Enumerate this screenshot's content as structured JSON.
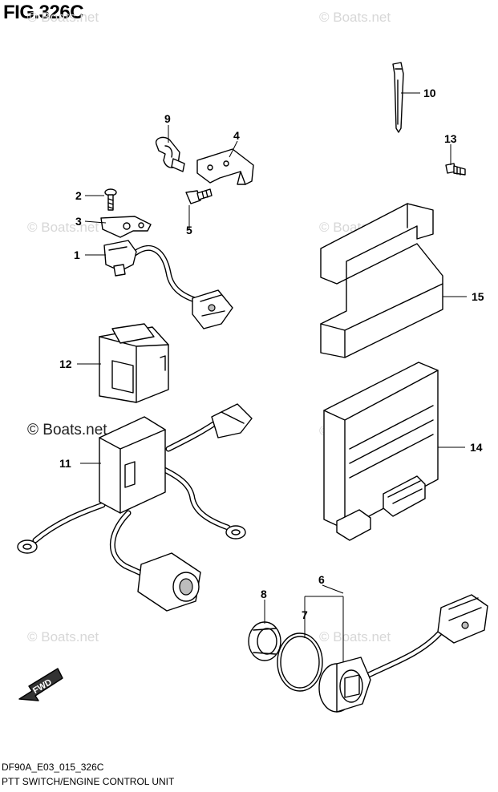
{
  "figure": {
    "title": "FIG.326C",
    "code": "DF90A_E03_015_326C",
    "name": "PTT SWITCH/ENGINE CONTROL UNIT",
    "copyright": "© Boats.net",
    "watermark": "© Boats.net",
    "direction_label": "FWD"
  },
  "callouts": [
    "1",
    "2",
    "3",
    "4",
    "5",
    "6",
    "7",
    "8",
    "9",
    "10",
    "11",
    "12",
    "13",
    "14",
    "15"
  ],
  "parts": [
    {
      "ref": "1",
      "depicts": "ptt switch with harness",
      "icon": "switch-icon"
    },
    {
      "ref": "2",
      "depicts": "screw",
      "icon": "screw-icon"
    },
    {
      "ref": "3",
      "depicts": "plate",
      "icon": "plate-icon"
    },
    {
      "ref": "4",
      "depicts": "bracket",
      "icon": "bracket-icon"
    },
    {
      "ref": "5",
      "depicts": "bolt",
      "icon": "bolt-icon"
    },
    {
      "ref": "6",
      "depicts": "switch with harness",
      "icon": "switch-icon"
    },
    {
      "ref": "7",
      "depicts": "o-ring",
      "icon": "ring-icon"
    },
    {
      "ref": "8",
      "depicts": "nut",
      "icon": "nut-icon"
    },
    {
      "ref": "9",
      "depicts": "clamp",
      "icon": "clamp-icon"
    },
    {
      "ref": "10",
      "depicts": "cable tie",
      "icon": "tie-icon"
    },
    {
      "ref": "11",
      "depicts": "control unit with harness",
      "icon": "module-icon"
    },
    {
      "ref": "12",
      "depicts": "cover",
      "icon": "cover-icon"
    },
    {
      "ref": "13",
      "depicts": "bolt",
      "icon": "bolt-icon"
    },
    {
      "ref": "14",
      "depicts": "engine control unit",
      "icon": "ecu-icon"
    },
    {
      "ref": "15",
      "depicts": "holder",
      "icon": "holder-icon"
    }
  ],
  "colors": {
    "line": "#000000",
    "fill": "#ffffff",
    "watermark": "#d7d7d7",
    "shade": "#bdbdbd"
  }
}
